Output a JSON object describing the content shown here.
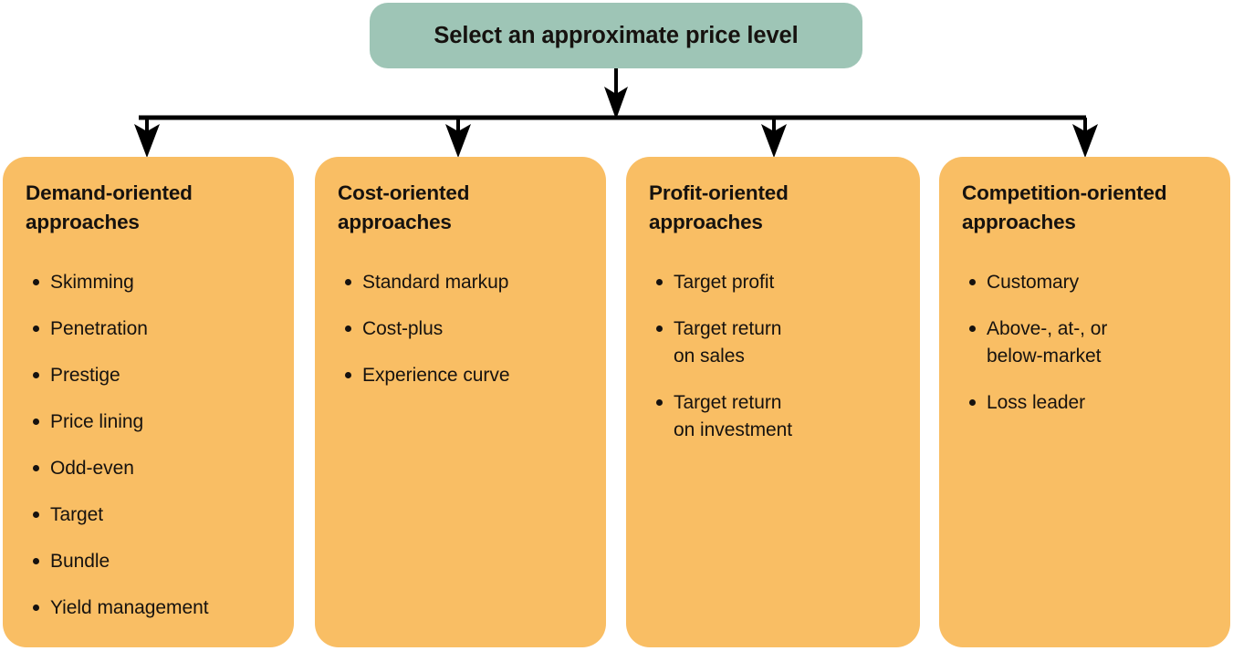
{
  "diagram": {
    "type": "flowchart-tree",
    "colors": {
      "root_box": "#9ec5b6",
      "category_box": "#f9be64",
      "text": "#16120f",
      "connector": "#000000",
      "background": "#ffffff"
    },
    "root": {
      "label": "Select an approximate price level"
    },
    "categories": [
      {
        "title": "Demand-oriented\napproaches",
        "items": [
          "Skimming",
          "Penetration",
          "Prestige",
          "Price lining",
          "Odd-even",
          "Target",
          "Bundle",
          "Yield management"
        ]
      },
      {
        "title": "Cost-oriented\napproaches",
        "items": [
          "Standard markup",
          "Cost-plus",
          "Experience curve"
        ]
      },
      {
        "title": "Profit-oriented\napproaches",
        "items": [
          "Target profit",
          "Target return\non sales",
          "Target return\non investment"
        ]
      },
      {
        "title": "Competition-oriented\napproaches",
        "items": [
          "Customary",
          "Above-, at-, or\nbelow-market",
          "Loss leader"
        ]
      }
    ]
  }
}
